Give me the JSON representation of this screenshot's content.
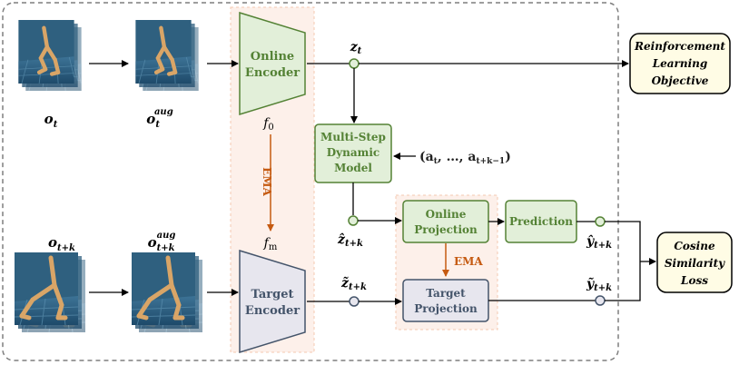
{
  "frames": {
    "o_t": {
      "base": "o",
      "sub": "t"
    },
    "o_t_aug": {
      "base": "o",
      "sub": "t",
      "sup": "aug"
    },
    "o_tk": {
      "base": "o",
      "sub": "t+k"
    },
    "o_tk_aug": {
      "base": "o",
      "sub": "t+k",
      "sup": "aug"
    }
  },
  "encoders": {
    "online": {
      "line1": "Online",
      "line2": "Encoder",
      "param_base": "f",
      "param_sub": "0"
    },
    "target": {
      "line1": "Target",
      "line2": "Encoder",
      "param_base": "f",
      "param_sub": "m"
    },
    "ema": "EMA"
  },
  "latents": {
    "z_t": {
      "base": "z",
      "sub": "t"
    },
    "z_hat": {
      "base": "ẑ",
      "sub": "t+k"
    },
    "z_tilde": {
      "base": "z̃",
      "sub": "t+k"
    },
    "y_hat": {
      "base": "ŷ",
      "sub": "t+k"
    },
    "y_tilde": {
      "base": "ỹ",
      "sub": "t+k"
    }
  },
  "dynamics": {
    "line1": "Multi-Step",
    "line2": "Dynamic",
    "line3": "Model"
  },
  "actions": {
    "open": "(a",
    "sub1": "t",
    "mid": ", …, a",
    "sub2": "t+k−1",
    "close": ")"
  },
  "projection": {
    "online": {
      "line1": "Online",
      "line2": "Projection"
    },
    "target": {
      "line1": "Target",
      "line2": "Projection"
    },
    "ema": "EMA"
  },
  "prediction": "Prediction",
  "outputs": {
    "rl": {
      "line1": "Reinforcement",
      "line2": "Learning",
      "line3": "Objective"
    },
    "cos": {
      "line1": "Cosine",
      "line2": "Similarity",
      "line3": "Loss"
    }
  },
  "colors": {
    "online_fill": "#e2efd9",
    "online_stroke": "#548235",
    "target_fill": "#e7e6ee",
    "target_stroke": "#44546a",
    "ema_orange": "#c55a11",
    "ema_region": "#fdf0ea",
    "frame_bg": "#2a5a7a"
  },
  "icons": [
    "walker-figure",
    "arrow-head",
    "circle-node"
  ]
}
